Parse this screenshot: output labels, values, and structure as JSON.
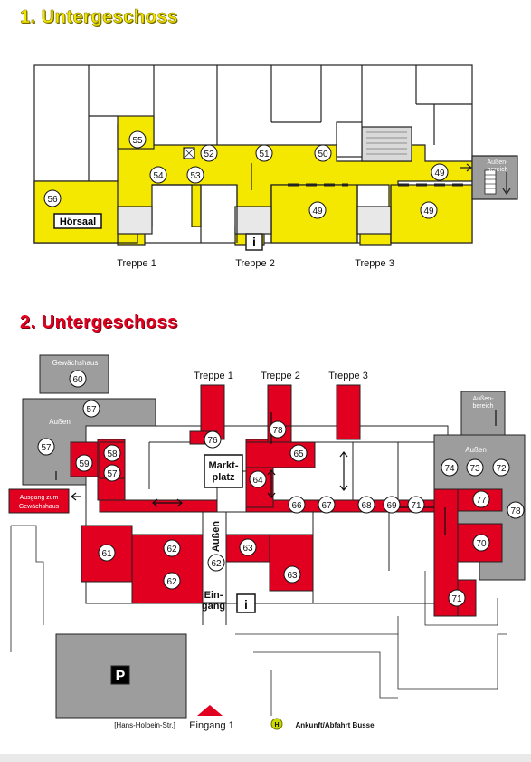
{
  "floor1": {
    "title": "1. Untergeschoss",
    "rooms": [
      "55",
      "52",
      "51",
      "50",
      "54",
      "53",
      "49",
      "56",
      "49",
      "49"
    ],
    "lecture_hall": "Hörsaal",
    "outside_area": [
      "Außen-",
      "bereich"
    ],
    "stairs": [
      "Treppe 1",
      "Treppe 2",
      "Treppe 3"
    ]
  },
  "floor2": {
    "title": "2. Untergeschoss",
    "greenhouse": "Gewächshaus",
    "rooms": [
      "60",
      "57",
      "57",
      "76",
      "78",
      "59",
      "58",
      "65",
      "57",
      "64",
      "66",
      "67",
      "68",
      "69",
      "71",
      "61",
      "62",
      "63",
      "62",
      "62",
      "63",
      "74",
      "73",
      "72",
      "77",
      "78",
      "70",
      "71"
    ],
    "outside_left": "Außen",
    "outside_right": "Außen",
    "outside_area": [
      "Außen-",
      "bereich"
    ],
    "stairs": [
      "Treppe 1",
      "Treppe 2",
      "Treppe 3"
    ],
    "marketplace": [
      "Markt-",
      "platz"
    ],
    "exit_label": [
      "Ausgang zum",
      "Gewächshaus"
    ],
    "outside_vertical": "Außen",
    "entrance_small": [
      "Ein-",
      "gang"
    ],
    "street": "[Hans-Holbein-Str.]",
    "main_entrance": "Eingang 1",
    "bus_symbol": "H",
    "bus_label": "Ankunft/Abfahrt Busse",
    "parking": "P",
    "info": "i"
  },
  "colors": {
    "floor1_fill": "#f5e800",
    "floor2_fill": "#e1001f",
    "grey_area": "#9d9d9d",
    "room_outline": "#222222"
  }
}
